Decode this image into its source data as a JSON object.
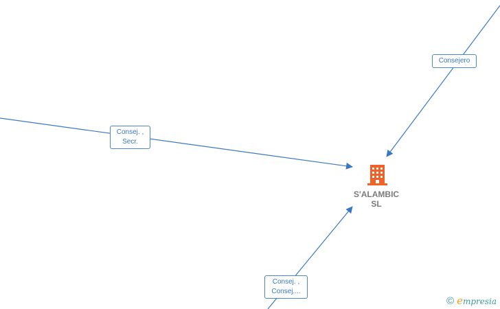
{
  "company": {
    "name_line1": "S'ALAMBIC",
    "name_line2": "SL",
    "icon": "building-icon",
    "color": "#f0622a"
  },
  "edges": [
    {
      "label_line1": "Consejero",
      "label_line2": ""
    },
    {
      "label_line1": "Consej. ,",
      "label_line2": "Secr."
    },
    {
      "label_line1": "Consej. ,",
      "label_line2": "Consej...."
    }
  ],
  "watermark": {
    "symbol": "©",
    "brand_initial": "e",
    "brand_rest": "mpresia"
  },
  "colors": {
    "edge": "#3b78c2",
    "label_border": "#4a86c8",
    "node_text": "#7a7a7a",
    "brand": "#3a9a9a"
  }
}
